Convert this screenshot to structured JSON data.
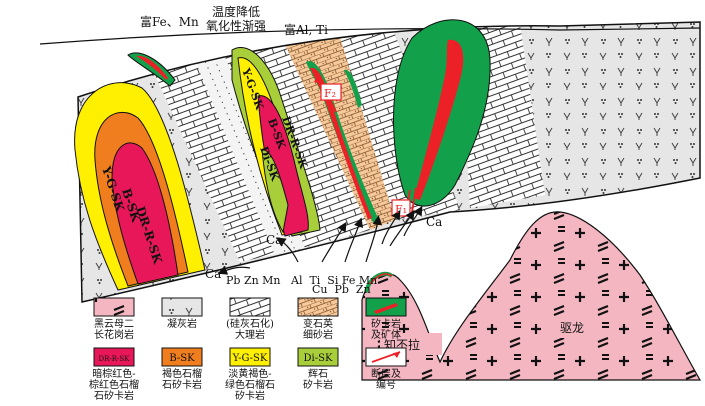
{
  "top_labels": {
    "fe_mn": "富Fe、Mn",
    "temp_line1": "温度降低",
    "temp_line2": "氧化性渐强",
    "al_ti": "富Al, Ti"
  },
  "zone_labels": {
    "left_ygsk": "Y-G-SK",
    "left_bsk": "B-SK",
    "left_drrsk": "DR-R-SK",
    "mid_ygsk": "Y-G-SK",
    "mid_drrsk": "DR-R-SK",
    "mid_bsk": "B-SK",
    "mid_disk": "Di-SK",
    "fault_f2": "F₂",
    "fault_f1": "F₁"
  },
  "ca_labels": [
    "Ca",
    "Ca",
    "Ca"
  ],
  "element_rows": {
    "row1": "Pb Zn Mn   Al  Ti  Si Fe Mn",
    "row2": "Cu  Pb  Zn"
  },
  "mountains": {
    "zhibula": "知不拉",
    "qulong": "驱龙"
  },
  "legend": [
    {
      "id": "granite",
      "label_lines": [
        "黑云母二",
        "长花岗岩"
      ],
      "swatch": "granite"
    },
    {
      "id": "tuff",
      "label_lines": [
        "凝灰岩"
      ],
      "swatch": "tuff"
    },
    {
      "id": "marble",
      "label_lines": [
        "(硅灰石化)",
        "大理岩"
      ],
      "swatch": "marble"
    },
    {
      "id": "sandstone",
      "label_lines": [
        "变石英",
        "细砂岩"
      ],
      "swatch": "sandstone"
    },
    {
      "id": "skarn_ore",
      "label_lines": [
        "矽卡岩",
        "及矿体"
      ],
      "swatch": "skarn"
    },
    {
      "id": "drrsk",
      "label_lines": [
        "暗棕红色-",
        "棕红色石榴",
        "石矽卡岩"
      ],
      "swatch_text": "DR-R-SK",
      "color": "#e8175a"
    },
    {
      "id": "bsk",
      "label_lines": [
        "褐色石榴",
        "石矽卡岩"
      ],
      "swatch_text": "B-SK",
      "color": "#f07e1f"
    },
    {
      "id": "ygsk",
      "label_lines": [
        "淡黄褐色-",
        "绿色石榴石",
        "矽卡岩"
      ],
      "swatch_text": "Y-G-SK",
      "color": "#ffef00"
    },
    {
      "id": "disk",
      "label_lines": [
        "辉石",
        "矽卡岩"
      ],
      "swatch_text": "Di-SK",
      "color": "#a8cf3a"
    },
    {
      "id": "fault",
      "label_lines": [
        "断层及",
        "编号"
      ],
      "swatch": "fault"
    }
  ],
  "colors": {
    "drrsk": "#e8175a",
    "bsk": "#f07e1f",
    "ygsk": "#ffef00",
    "disk": "#a8cf3a",
    "skarn_green": "#13a04a",
    "ore_red": "#ec2127",
    "sandstone": "#f6c99b",
    "granite_pink": "#f4b7c2",
    "tuff_grey": "#e6e6e6"
  }
}
